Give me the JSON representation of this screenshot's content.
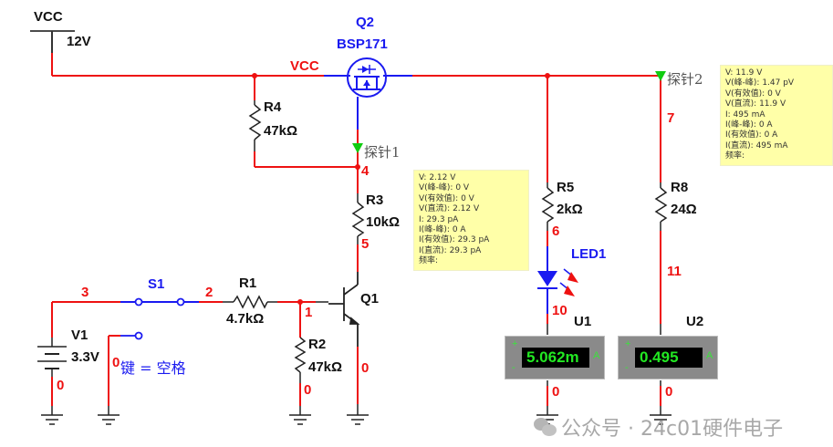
{
  "supply": {
    "name": "VCC",
    "value": "12V",
    "net_label": "VCC"
  },
  "components": {
    "Q2": {
      "ref": "Q2",
      "part": "BSP171"
    },
    "R4": {
      "ref": "R4",
      "value": "47kΩ"
    },
    "R3": {
      "ref": "R3",
      "value": "10kΩ"
    },
    "Q1": {
      "ref": "Q1"
    },
    "R1": {
      "ref": "R1",
      "value": "4.7kΩ"
    },
    "R2": {
      "ref": "R2",
      "value": "47kΩ"
    },
    "S1": {
      "ref": "S1",
      "key_hint": "键 = 空格"
    },
    "V1": {
      "ref": "V1",
      "value": "3.3V"
    },
    "R5": {
      "ref": "R5",
      "value": "2kΩ"
    },
    "R8": {
      "ref": "R8",
      "value": "24Ω"
    },
    "LED1": {
      "ref": "LED1"
    }
  },
  "nets": {
    "n4": "4",
    "n5": "5",
    "n3": "3",
    "n2": "2",
    "n1": "1",
    "n6": "6",
    "n7": "7",
    "n10": "10",
    "n11": "11",
    "gnd": "0"
  },
  "probes": [
    {
      "name": "探针1",
      "readings": [
        "V: 2.12 V",
        "V(峰-峰): 0 V",
        "V(有效值): 0 V",
        "V(直流): 2.12 V",
        "I: 29.3 pA",
        "I(峰-峰): 0 A",
        "I(有效值): 29.3 pA",
        "I(直流): 29.3 pA",
        "频率:"
      ]
    },
    {
      "name": "探针2",
      "readings": [
        "V: 11.9 V",
        "V(峰-峰): 1.47 pV",
        "V(有效值): 0 V",
        "V(直流): 11.9 V",
        "I: 495 mA",
        "I(峰-峰): 0 A",
        "I(有效值): 0 A",
        "I(直流): 495 mA",
        "频率:"
      ]
    }
  ],
  "meters": [
    {
      "ref": "U1",
      "reading": "5.062m",
      "unit": "A",
      "plus": "+",
      "minus": "-"
    },
    {
      "ref": "U2",
      "reading": "0.495",
      "unit": "A",
      "plus": "+",
      "minus": "-"
    }
  ],
  "watermark": "公众号 · 24c01硬件电子",
  "colors": {
    "wire": "#ee1111",
    "component_blue": "#1a1af0",
    "probe_arrow": "#11cc11",
    "meter_text": "#22e822",
    "info_bg": "#ffffa8"
  }
}
